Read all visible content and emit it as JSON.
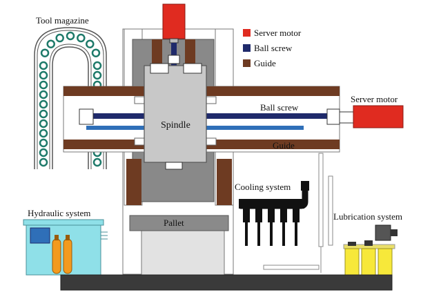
{
  "labels": {
    "tool_magazine": "Tool magazine",
    "spindle": "Spindle",
    "ball_screw": "Ball screw",
    "guide": "Guide",
    "server_motor": "Server motor",
    "cooling_system": "Cooling system",
    "hydraulic_system": "Hydraulic system",
    "lubrication_system": "Lubrication system",
    "pallet": "Pallet"
  },
  "legend": [
    {
      "label": "Server motor",
      "color": "#e02b20"
    },
    {
      "label": "Ball screw",
      "color": "#1f2a6b"
    },
    {
      "label": "Guide",
      "color": "#6e3b22"
    }
  ],
  "colors": {
    "frame": "#898989",
    "frame_dark": "#6d6d6d",
    "spindle": "#c8c8c8",
    "guide": "#6e3b22",
    "ball_screw": "#1f2a6b",
    "screw_light": "#2f6fb8",
    "motor": "#e02b20",
    "pallet": "#8a8a8a",
    "pallet_base": "#e2e2e2",
    "tool_ring": "#1e7a6a",
    "tank": "#8fe0e8",
    "accumulator": "#f39a1e",
    "lube_tank": "#f7e83a",
    "cooling": "#111111",
    "base": "#3a3a3a"
  }
}
